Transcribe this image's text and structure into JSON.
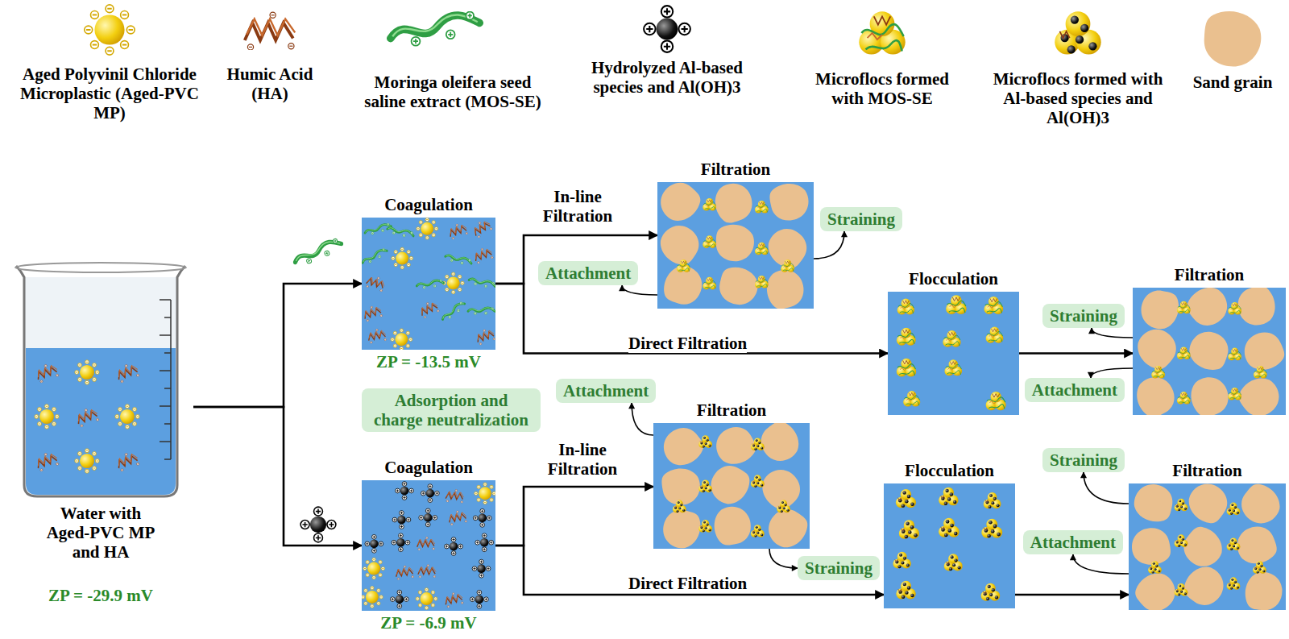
{
  "diagram": {
    "nodes": [
      {
        "text": [
          "Water with Aged-PVC MP and HA",
          "ZP = -29.9 mV"
        ]
      },
      {
        "text": [
          "Coagulation",
          "ZP = -13.5 mV"
        ]
      },
      {
        "text": [
          "Filtration"
        ]
      },
      {
        "text": [
          "Straining"
        ]
      },
      {
        "text": [
          "Attachment"
        ]
      },
      {
        "text": [
          "Flocculation"
        ]
      },
      {
        "text": [
          "Filtration"
        ]
      },
      {
        "text": [
          "Straining"
        ]
      },
      {
        "text": [
          "Attachment"
        ]
      },
      {
        "text": [
          "Adsorption and charge neutralization"
        ]
      },
      {
        "text": [
          "Coagulation",
          "ZP = -6.9 mV"
        ]
      },
      {
        "text": [
          "Filtration"
        ]
      },
      {
        "text": [
          "Attachment"
        ]
      },
      {
        "text": [
          "Straining"
        ]
      },
      {
        "text": [
          "Flocculation"
        ]
      },
      {
        "text": [
          "Filtration"
        ]
      },
      {
        "text": [
          "Straining"
        ]
      },
      {
        "text": [
          "Attachment"
        ]
      }
    ],
    "edges": [
      {
        "from": 0,
        "to": 1,
        "arrow": "to"
      },
      {
        "from": 0,
        "to": 10,
        "arrow": "to"
      },
      {
        "from": 1,
        "to": 2,
        "label": "In-line Filtration",
        "arrow": "to"
      },
      {
        "from": 1,
        "to": 5,
        "label": "Direct Filtration",
        "arrow": "to"
      },
      {
        "from": 5,
        "to": 6,
        "arrow": "to"
      },
      {
        "from": 2,
        "to": 3,
        "arrow": "to"
      },
      {
        "from": 2,
        "to": 4,
        "arrow": "to"
      },
      {
        "from": 6,
        "to": 7,
        "arrow": "to"
      },
      {
        "from": 6,
        "to": 8,
        "arrow": "to"
      },
      {
        "from": 10,
        "to": 11,
        "label": "In-line Filtration",
        "arrow": "to"
      },
      {
        "from": 10,
        "to": 14,
        "label": "Direct Filtration",
        "arrow": "to"
      },
      {
        "from": 14,
        "to": 15,
        "arrow": "to"
      },
      {
        "from": 11,
        "to": 12,
        "arrow": "to"
      },
      {
        "from": 11,
        "to": 13,
        "arrow": "to"
      },
      {
        "from": 15,
        "to": 16,
        "arrow": "to"
      },
      {
        "from": 15,
        "to": 17,
        "arrow": "to"
      }
    ],
    "legend": [
      {
        "text": "Aged Polyvinil Chloride Microplastic (Aged-PVC MP)"
      },
      {
        "text": "Humic Acid (HA)"
      },
      {
        "text": "Moringa oleifera seed saline extract (MOS-SE)"
      },
      {
        "text": "Hydrolyzed Al-based species and Al(OH)3"
      },
      {
        "text": "Microflocs formed with MOS-SE"
      },
      {
        "text": "Microflocs formed with Al-based species and Al(OH)3"
      },
      {
        "text": "Sand grain"
      }
    ]
  }
}
